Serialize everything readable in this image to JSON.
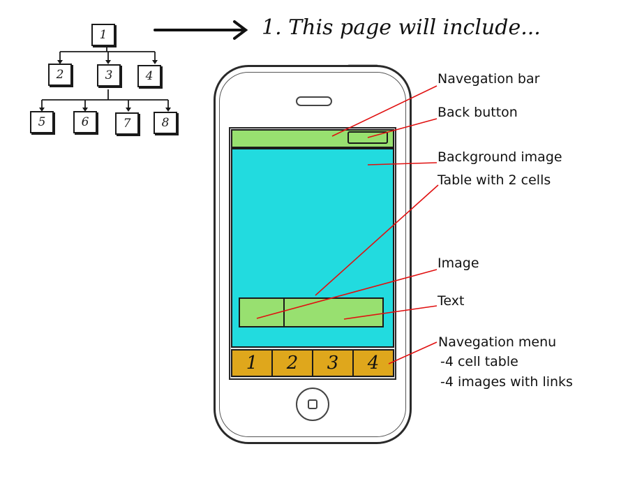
{
  "heading": "1. This page will include...",
  "sitemap": {
    "nodes": [
      "1",
      "2",
      "3",
      "4",
      "5",
      "6",
      "7",
      "8"
    ]
  },
  "phone": {
    "menu_items": [
      "1",
      "2",
      "3",
      "4"
    ]
  },
  "annotations": {
    "navigation_bar": "Navegation bar",
    "back_button": "Back button",
    "background_image": "Background image",
    "table_two_cells": "Table with 2 cells",
    "image": "Image",
    "text": "Text",
    "navigation_menu": "Navegation menu",
    "menu_detail_1": "-4 cell table",
    "menu_detail_2": "-4 images with links"
  },
  "colors": {
    "nav_bar": "#98e070",
    "background_image": "#22dbdf",
    "navigation_menu": "#dfa71c",
    "callout_lines": "#e01010"
  }
}
